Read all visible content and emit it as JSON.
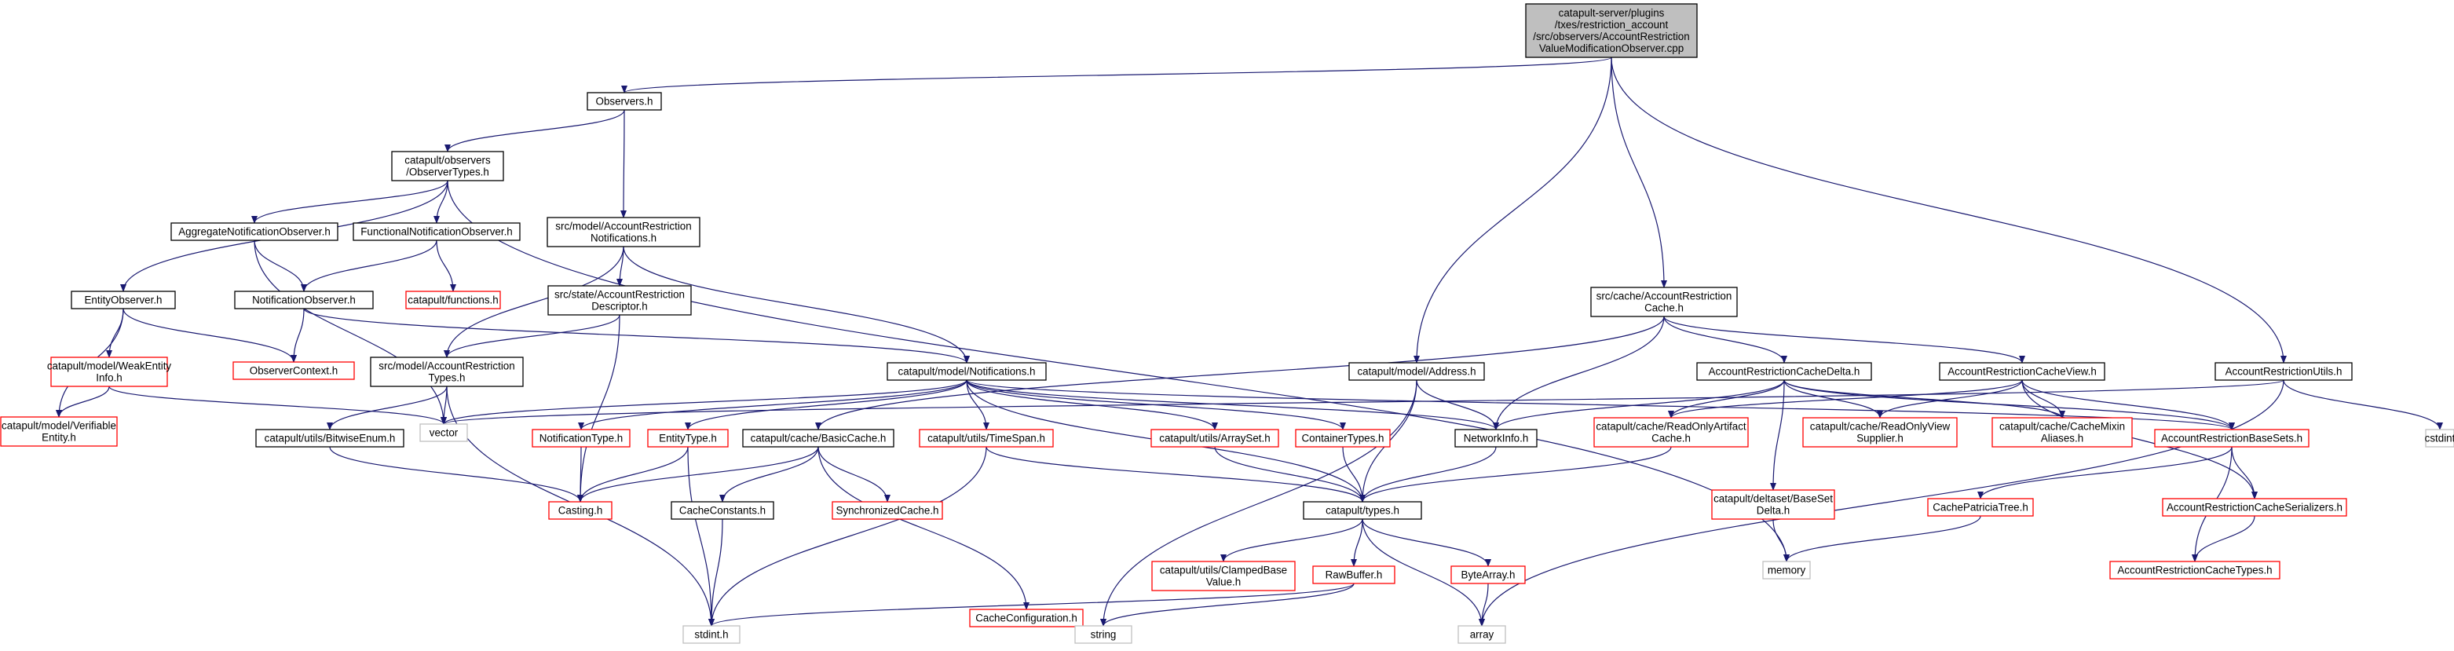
{
  "colors": {
    "edge": "#191970",
    "root_fill": "#bfbfbf",
    "node_border": "#000000",
    "missing_doc_border": "#ff0000",
    "external_border": "#bfbfbf"
  },
  "nodes": [
    {
      "id": "root",
      "kind": "root",
      "lines": [
        "catapult-server/plugins",
        "/txes/restriction_account",
        "/src/observers/AccountRestriction",
        "ValueModificationObserver.cpp"
      ]
    },
    {
      "id": "observers_h",
      "kind": "normal",
      "lines": [
        "Observers.h"
      ]
    },
    {
      "id": "observer_types",
      "kind": "normal",
      "lines": [
        "catapult/observers",
        "/ObserverTypes.h"
      ]
    },
    {
      "id": "aggregate_obs",
      "kind": "normal",
      "lines": [
        "AggregateNotificationObserver.h"
      ]
    },
    {
      "id": "functional_obs",
      "kind": "normal",
      "lines": [
        "FunctionalNotificationObserver.h"
      ]
    },
    {
      "id": "src_notifications",
      "kind": "normal",
      "lines": [
        "src/model/AccountRestriction",
        "Notifications.h"
      ]
    },
    {
      "id": "entity_observer",
      "kind": "normal",
      "lines": [
        "EntityObserver.h"
      ]
    },
    {
      "id": "notification_observer",
      "kind": "normal",
      "lines": [
        "NotificationObserver.h"
      ]
    },
    {
      "id": "functions_h",
      "kind": "red",
      "lines": [
        "catapult/functions.h"
      ]
    },
    {
      "id": "descriptor_h",
      "kind": "normal",
      "lines": [
        "src/state/AccountRestriction",
        "Descriptor.h"
      ]
    },
    {
      "id": "weak_entity",
      "kind": "red",
      "lines": [
        "catapult/model/WeakEntity",
        "Info.h"
      ]
    },
    {
      "id": "observer_context",
      "kind": "red",
      "lines": [
        "ObserverContext.h"
      ]
    },
    {
      "id": "restriction_types",
      "kind": "normal",
      "lines": [
        "src/model/AccountRestriction",
        "Types.h"
      ]
    },
    {
      "id": "model_notifications",
      "kind": "normal",
      "lines": [
        "catapult/model/Notifications.h"
      ]
    },
    {
      "id": "verifiable_entity",
      "kind": "red",
      "lines": [
        "catapult/model/Verifiable",
        "Entity.h"
      ]
    },
    {
      "id": "vector",
      "kind": "gray",
      "lines": [
        "vector"
      ]
    },
    {
      "id": "bitwise_enum",
      "kind": "normal",
      "lines": [
        "catapult/utils/BitwiseEnum.h"
      ]
    },
    {
      "id": "notification_type",
      "kind": "red",
      "lines": [
        "NotificationType.h"
      ]
    },
    {
      "id": "entity_type",
      "kind": "red",
      "lines": [
        "EntityType.h"
      ]
    },
    {
      "id": "basic_cache",
      "kind": "normal",
      "lines": [
        "catapult/cache/BasicCache.h"
      ]
    },
    {
      "id": "time_span",
      "kind": "red",
      "lines": [
        "catapult/utils/TimeSpan.h"
      ]
    },
    {
      "id": "array_set",
      "kind": "red",
      "lines": [
        "catapult/utils/ArraySet.h"
      ]
    },
    {
      "id": "container_types",
      "kind": "red",
      "lines": [
        "ContainerTypes.h"
      ]
    },
    {
      "id": "casting",
      "kind": "red",
      "lines": [
        "Casting.h"
      ]
    },
    {
      "id": "cache_constants",
      "kind": "normal",
      "lines": [
        "CacheConstants.h"
      ]
    },
    {
      "id": "synchronized_cache",
      "kind": "red",
      "lines": [
        "SynchronizedCache.h"
      ]
    },
    {
      "id": "stdint",
      "kind": "gray",
      "lines": [
        "stdint.h"
      ]
    },
    {
      "id": "cache_configuration",
      "kind": "red",
      "lines": [
        "CacheConfiguration.h"
      ]
    },
    {
      "id": "string",
      "kind": "gray",
      "lines": [
        "string"
      ]
    },
    {
      "id": "model_address",
      "kind": "normal",
      "lines": [
        "catapult/model/Address.h"
      ]
    },
    {
      "id": "network_info",
      "kind": "normal",
      "lines": [
        "NetworkInfo.h"
      ]
    },
    {
      "id": "types_h",
      "kind": "normal",
      "lines": [
        "catapult/types.h"
      ]
    },
    {
      "id": "clamped_base",
      "kind": "red",
      "lines": [
        "catapult/utils/ClampedBase",
        "Value.h"
      ]
    },
    {
      "id": "raw_buffer",
      "kind": "red",
      "lines": [
        "RawBuffer.h"
      ]
    },
    {
      "id": "byte_array",
      "kind": "red",
      "lines": [
        "ByteArray.h"
      ]
    },
    {
      "id": "array",
      "kind": "gray",
      "lines": [
        "array"
      ]
    },
    {
      "id": "src_cache",
      "kind": "normal",
      "lines": [
        "src/cache/AccountRestriction",
        "Cache.h"
      ]
    },
    {
      "id": "cache_delta",
      "kind": "normal",
      "lines": [
        "AccountRestrictionCacheDelta.h"
      ]
    },
    {
      "id": "cache_view",
      "kind": "normal",
      "lines": [
        "AccountRestrictionCacheView.h"
      ]
    },
    {
      "id": "readonly_artifact",
      "kind": "red",
      "lines": [
        "catapult/cache/ReadOnlyArtifact",
        "Cache.h"
      ]
    },
    {
      "id": "deltaset",
      "kind": "red",
      "lines": [
        "catapult/deltaset/BaseSet",
        "Delta.h"
      ]
    },
    {
      "id": "memory",
      "kind": "gray",
      "lines": [
        "memory"
      ]
    },
    {
      "id": "readonly_view",
      "kind": "red",
      "lines": [
        "catapult/cache/ReadOnlyView",
        "Supplier.h"
      ]
    },
    {
      "id": "cache_mixin",
      "kind": "red",
      "lines": [
        "catapult/cache/CacheMixin",
        "Aliases.h"
      ]
    },
    {
      "id": "base_sets",
      "kind": "red",
      "lines": [
        "AccountRestrictionBaseSets.h"
      ]
    },
    {
      "id": "patricia_tree",
      "kind": "red",
      "lines": [
        "CachePatriciaTree.h"
      ]
    },
    {
      "id": "serializers",
      "kind": "red",
      "lines": [
        "AccountRestrictionCacheSerializers.h"
      ]
    },
    {
      "id": "cache_types",
      "kind": "red",
      "lines": [
        "AccountRestrictionCacheTypes.h"
      ]
    },
    {
      "id": "restriction_utils",
      "kind": "normal",
      "lines": [
        "AccountRestrictionUtils.h"
      ]
    },
    {
      "id": "cstdint",
      "kind": "gray",
      "lines": [
        "cstdint"
      ]
    }
  ],
  "edges": [
    [
      "root",
      "observers_h"
    ],
    [
      "root",
      "model_address"
    ],
    [
      "root",
      "src_cache"
    ],
    [
      "root",
      "restriction_utils"
    ],
    [
      "observers_h",
      "observer_types"
    ],
    [
      "observers_h",
      "src_notifications"
    ],
    [
      "observer_types",
      "aggregate_obs"
    ],
    [
      "observer_types",
      "functional_obs"
    ],
    [
      "observer_types",
      "entity_observer"
    ],
    [
      "observer_types",
      "memory"
    ],
    [
      "aggregate_obs",
      "notification_observer"
    ],
    [
      "aggregate_obs",
      "vector"
    ],
    [
      "functional_obs",
      "notification_observer"
    ],
    [
      "functional_obs",
      "functions_h"
    ],
    [
      "entity_observer",
      "weak_entity"
    ],
    [
      "entity_observer",
      "observer_context"
    ],
    [
      "entity_observer",
      "verifiable_entity"
    ],
    [
      "notification_observer",
      "observer_context"
    ],
    [
      "notification_observer",
      "model_notifications"
    ],
    [
      "weak_entity",
      "verifiable_entity"
    ],
    [
      "weak_entity",
      "vector"
    ],
    [
      "src_notifications",
      "descriptor_h"
    ],
    [
      "src_notifications",
      "restriction_types"
    ],
    [
      "src_notifications",
      "model_notifications"
    ],
    [
      "descriptor_h",
      "restriction_types"
    ],
    [
      "descriptor_h",
      "casting"
    ],
    [
      "restriction_types",
      "bitwise_enum"
    ],
    [
      "restriction_types",
      "vector"
    ],
    [
      "restriction_types",
      "stdint"
    ],
    [
      "bitwise_enum",
      "casting"
    ],
    [
      "model_notifications",
      "vector"
    ],
    [
      "model_notifications",
      "notification_type"
    ],
    [
      "model_notifications",
      "entity_type"
    ],
    [
      "model_notifications",
      "time_span"
    ],
    [
      "model_notifications",
      "array_set"
    ],
    [
      "model_notifications",
      "container_types"
    ],
    [
      "model_notifications",
      "network_info"
    ],
    [
      "model_notifications",
      "types_h"
    ],
    [
      "model_notifications",
      "base_sets"
    ],
    [
      "notification_type",
      "casting"
    ],
    [
      "entity_type",
      "casting"
    ],
    [
      "entity_type",
      "stdint"
    ],
    [
      "time_span",
      "types_h"
    ],
    [
      "time_span",
      "stdint"
    ],
    [
      "array_set",
      "types_h"
    ],
    [
      "container_types",
      "types_h"
    ],
    [
      "basic_cache",
      "casting"
    ],
    [
      "basic_cache",
      "cache_constants"
    ],
    [
      "basic_cache",
      "synchronized_cache"
    ],
    [
      "basic_cache",
      "cache_configuration"
    ],
    [
      "cache_constants",
      "stdint"
    ],
    [
      "cache_configuration",
      "string"
    ],
    [
      "model_address",
      "network_info"
    ],
    [
      "model_address",
      "types_h"
    ],
    [
      "model_address",
      "string"
    ],
    [
      "network_info",
      "types_h"
    ],
    [
      "types_h",
      "clamped_base"
    ],
    [
      "types_h",
      "raw_buffer"
    ],
    [
      "types_h",
      "byte_array"
    ],
    [
      "types_h",
      "array"
    ],
    [
      "raw_buffer",
      "stdint"
    ],
    [
      "raw_buffer",
      "string"
    ],
    [
      "byte_array",
      "array"
    ],
    [
      "src_cache",
      "basic_cache"
    ],
    [
      "src_cache",
      "network_info"
    ],
    [
      "src_cache",
      "cache_delta"
    ],
    [
      "src_cache",
      "cache_view"
    ],
    [
      "cache_delta",
      "network_info"
    ],
    [
      "cache_delta",
      "readonly_artifact"
    ],
    [
      "cache_delta",
      "deltaset"
    ],
    [
      "cache_delta",
      "readonly_view"
    ],
    [
      "cache_delta",
      "cache_mixin"
    ],
    [
      "cache_delta",
      "base_sets"
    ],
    [
      "cache_view",
      "readonly_artifact"
    ],
    [
      "cache_view",
      "readonly_view"
    ],
    [
      "cache_view",
      "cache_mixin"
    ],
    [
      "cache_view",
      "base_sets"
    ],
    [
      "cache_view",
      "serializers"
    ],
    [
      "readonly_artifact",
      "types_h"
    ],
    [
      "deltaset",
      "memory"
    ],
    [
      "base_sets",
      "patricia_tree"
    ],
    [
      "base_sets",
      "serializers"
    ],
    [
      "base_sets",
      "cache_types"
    ],
    [
      "patricia_tree",
      "memory"
    ],
    [
      "serializers",
      "cache_types"
    ],
    [
      "restriction_utils",
      "vector"
    ],
    [
      "restriction_utils",
      "array"
    ],
    [
      "restriction_utils",
      "cstdint"
    ]
  ]
}
